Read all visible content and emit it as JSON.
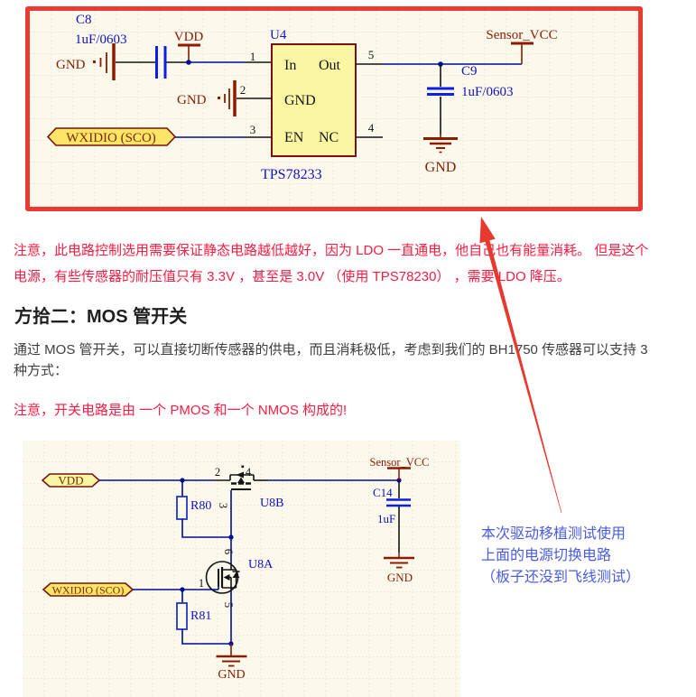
{
  "ldo_schematic": {
    "c8_ref": "C8",
    "c8_val": "1uF/0603",
    "gnd_left": "GND",
    "vdd": "VDD",
    "u4_ref": "U4",
    "u4_part": "TPS78233",
    "pin1": "1",
    "pin2": "2",
    "pin3": "3",
    "pin4": "4",
    "pin5": "5",
    "pin_in": "In",
    "pin_out": "Out",
    "pin_gnd": "GND",
    "pin_en": "EN",
    "pin_nc": "NC",
    "gnd_mid": "GND",
    "port_wxidio": "WXIDIO (SCO)",
    "sensor_vcc": "Sensor_VCC",
    "c9_ref": "C9",
    "c9_val": "1uF/0603",
    "gnd_right": "GND"
  },
  "note_ldo": {
    "line1": "注意，此电路控制选用需要保证静态电路越低越好，因为 LDO 一直通电，他自己也有能量消耗。 但是这个",
    "line2": "电源，有些传感器的耐压值只有 3.3V ，甚至是 3.0V （使用 TPS78230） ，需要 LDO 降压。"
  },
  "heading": "方拾二：MOS 管开关",
  "para_mos": {
    "line1": "通过 MOS 管开关，可以直接切断传感器的供电，而且消耗极低，考虑到我们的 BH1750 传感器可以支持 3",
    "line2": "种方式："
  },
  "note_mos": "注意，开关电路是由 一个 PMOS 和一个 NMOS 构成的!",
  "mos_schematic": {
    "port_vdd": "VDD",
    "port_wxidio": "WXIDIO (SCO)",
    "r80_ref": "R80",
    "r81_ref": "R81",
    "u8b_ref": "U8B",
    "u8a_ref": "U8A",
    "pin2": "2",
    "pin4": "4",
    "pin3": "3",
    "pin6": "6",
    "pin1": "1",
    "pin5": "5",
    "sensor_vcc": "Sensor_VCC",
    "c14_ref": "C14",
    "c14_val": "1uF",
    "gnd_c14": "GND",
    "gnd_nmos": "GND"
  },
  "annotation": {
    "line1": "本次驱动移植测试使用",
    "line2": "上面的电源切换电路",
    "line3": "（板子还没到飞线测试）"
  },
  "colors": {
    "accent_red": "#ea3b32",
    "note_red": "#f81d42",
    "annotation_blue": "#4a5cdf",
    "wire_blue": "#000d96",
    "symbol_maroon": "#8c1b00",
    "chip_fill": "#fbf6a2",
    "port_fill": "#ffe566"
  }
}
